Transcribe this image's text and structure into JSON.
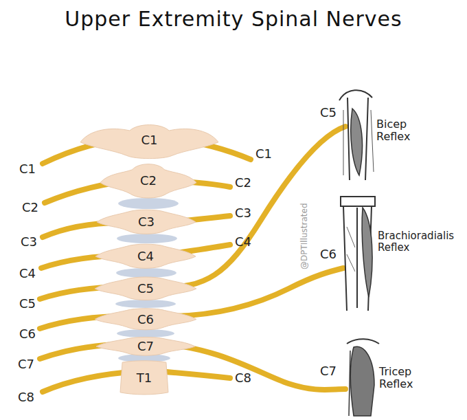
{
  "diagram": {
    "title": "Upper Extremity Spinal Nerves",
    "nodes": [
      {
        "text": [
          "C1"
        ]
      },
      {
        "text": [
          "C2"
        ]
      },
      {
        "text": [
          "C3"
        ]
      },
      {
        "text": [
          "C4"
        ]
      },
      {
        "text": [
          "C5"
        ]
      },
      {
        "text": [
          "C6"
        ]
      },
      {
        "text": [
          "C7"
        ]
      },
      {
        "text": [
          "T1"
        ]
      }
    ],
    "labels": [
      "C1",
      "C2",
      "C3",
      "C4",
      "C5",
      "C6",
      "C7",
      "C8",
      "C1",
      "C2",
      "C3",
      "C4",
      "C5",
      "Bicep Reflex",
      "C6",
      "Brachioradialis Reflex",
      "C7",
      "Tricep Reflex",
      "C8",
      "@DPTIllustrated"
    ]
  }
}
